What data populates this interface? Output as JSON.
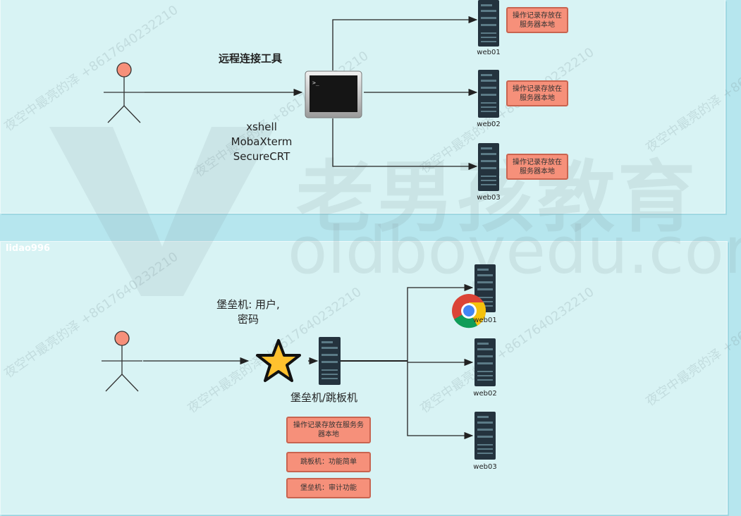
{
  "top": {
    "tool_title": "远程连接工具",
    "tools": [
      "xshell",
      "MobaXterm",
      "SecureCRT"
    ],
    "servers": [
      {
        "name": "web01",
        "note": "操作记录存放在服务器本地"
      },
      {
        "name": "web02",
        "note": "操作记录存放在服务器本地"
      },
      {
        "name": "web03",
        "note": "操作记录存放在服务器本地"
      }
    ]
  },
  "bottom": {
    "user_tag": "lidao996",
    "auth_label": "堡垒机: 用户,\n密码",
    "bastion_label": "堡垒机/跳板机",
    "notes": [
      "操作记录存放在服务务器本地",
      "跳板机：功能简单",
      "堡垒机：审计功能"
    ],
    "servers": [
      "web01",
      "web02",
      "web03"
    ]
  },
  "watermark": {
    "brand": "老男孩教育",
    "url": "oldboyedu.com",
    "diag_text": "夜空中最亮的泽 +8617640232210"
  },
  "colors": {
    "panel_bg": "#d8f3f4",
    "page_bg": "#b6e6ee",
    "note_fill": "#f6907a",
    "note_border": "#c86450",
    "actor_head": "#f6907a",
    "server_dark": "#24333e"
  }
}
